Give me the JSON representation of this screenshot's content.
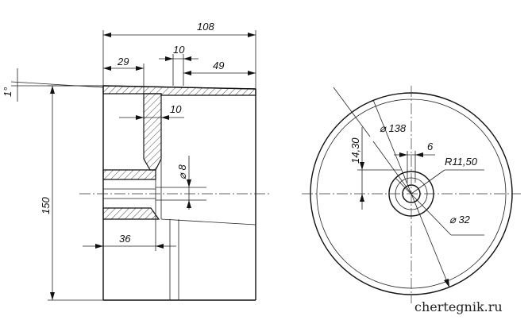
{
  "drawing": {
    "dimensions": {
      "total_length": "108",
      "left_offset": "29",
      "rib_width_top": "10",
      "right_offset": "49",
      "rib_width_side": "10",
      "taper_angle": "1°",
      "height": "150",
      "bore_diameter": "⌀ 8",
      "bottom_offset": "36",
      "outer_diameter": "⌀ 138",
      "offset_v": "14,30",
      "keyway": "6",
      "radius": "R11,50",
      "hub_diameter": "⌀ 32"
    },
    "watermark": "chertegnik.ru"
  }
}
